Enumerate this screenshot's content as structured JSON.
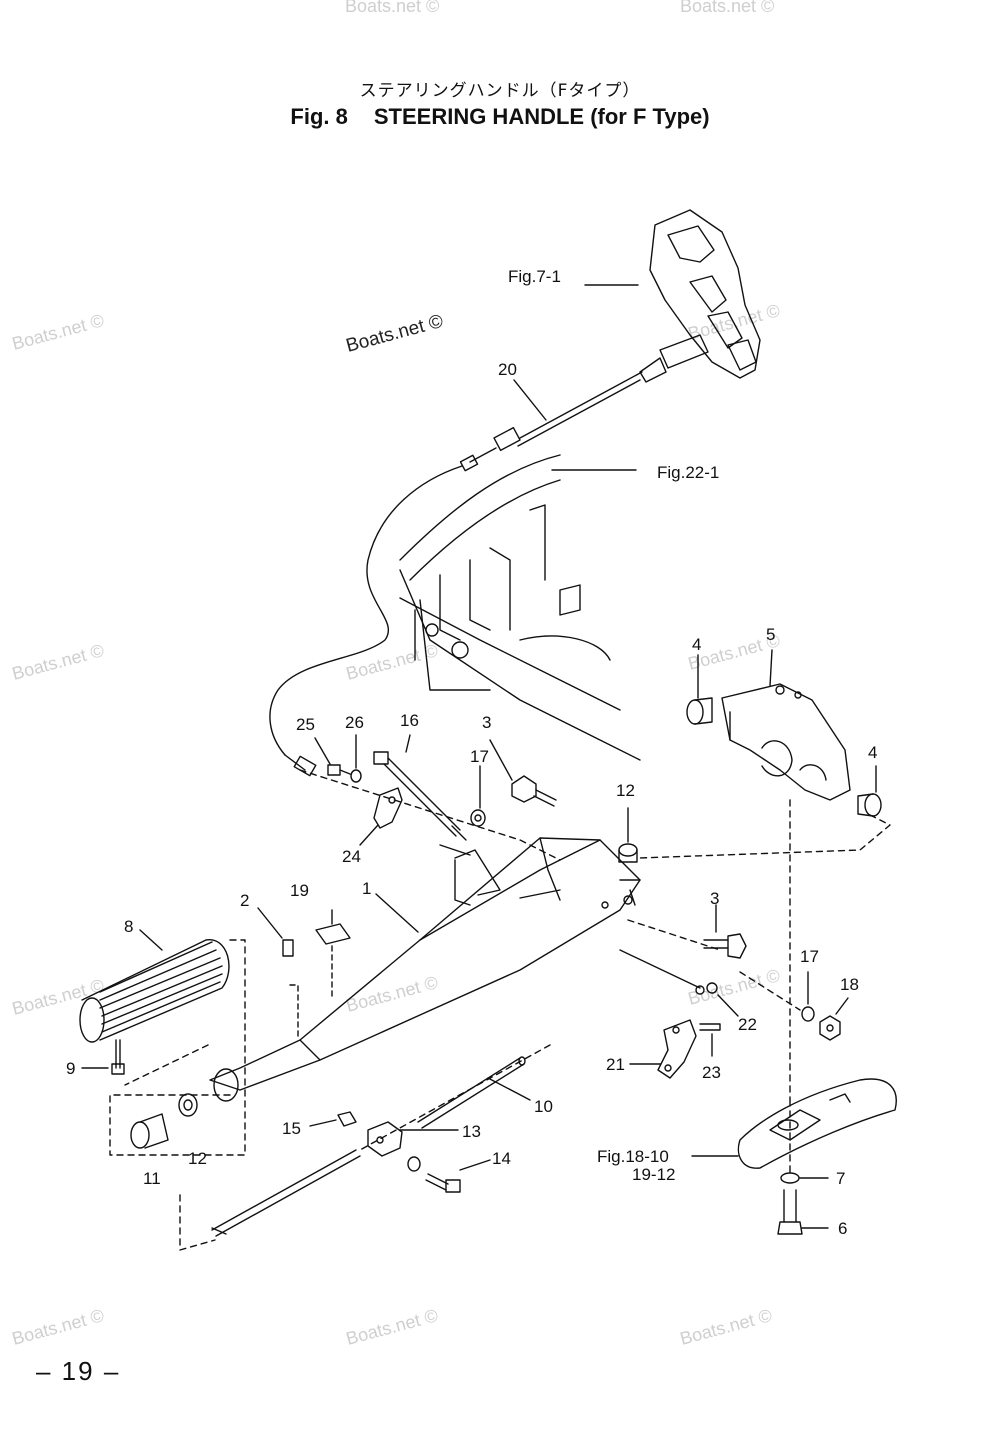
{
  "title_jp": "ステアリングハンドル（Fタイプ）",
  "figure_number": "Fig. 8",
  "figure_title": "STEERING HANDLE (for F Type)",
  "page_number": "– 19 –",
  "watermark_text": "Boats.net ©",
  "references": {
    "fig7_1": "Fig.7-1",
    "fig22_1": "Fig.22-1",
    "fig18_10": "Fig.18-10",
    "fig19_12": "19-12"
  },
  "callouts": {
    "c1": "1",
    "c2": "2",
    "c3a": "3",
    "c3b": "3",
    "c4a": "4",
    "c4b": "4",
    "c5": "5",
    "c6": "6",
    "c7": "7",
    "c8": "8",
    "c9": "9",
    "c10": "10",
    "c11": "11",
    "c12a": "12",
    "c12b": "12",
    "c13": "13",
    "c14": "14",
    "c15": "15",
    "c16": "16",
    "c17a": "17",
    "c17b": "17",
    "c18": "18",
    "c19": "19",
    "c20": "20",
    "c21": "21",
    "c22": "22",
    "c23": "23",
    "c24": "24",
    "c25": "25",
    "c26": "26"
  },
  "colors": {
    "ink": "#111111",
    "watermark": "#cfcfcf",
    "paper": "#ffffff"
  }
}
